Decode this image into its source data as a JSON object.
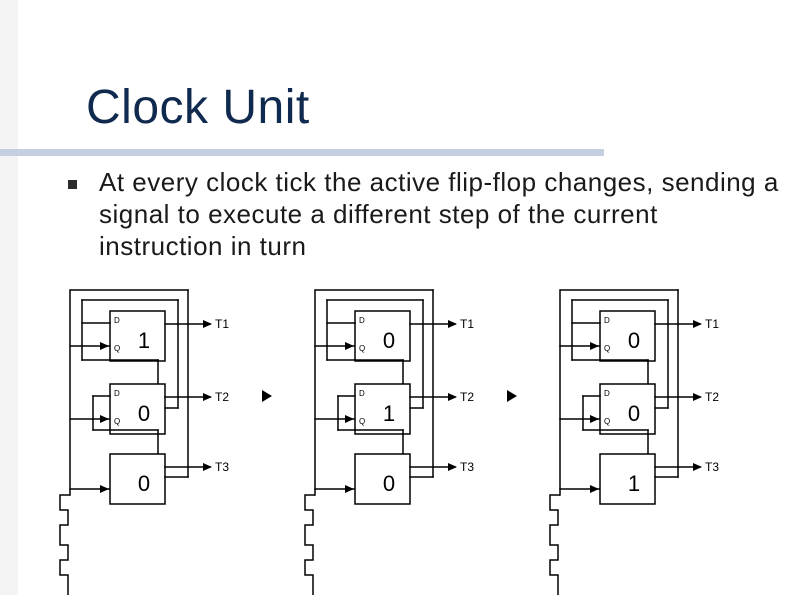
{
  "slide": {
    "title": "Clock Unit",
    "bullet": "At every clock tick the active flip-flop changes, sending a signal to execute a different step of the current instruction in turn"
  },
  "diagram": {
    "pin_labels": {
      "d": "D",
      "q": "Q"
    },
    "output_labels": [
      "T1",
      "T2",
      "T3"
    ],
    "states": [
      {
        "values": [
          "1",
          "0",
          "0"
        ]
      },
      {
        "values": [
          "0",
          "1",
          "0"
        ]
      },
      {
        "values": [
          "0",
          "0",
          "1"
        ]
      }
    ],
    "colors": {
      "line": "#000000",
      "title": "#0f2a4e",
      "rule": "#c5cfe0"
    },
    "transition_icon": "play-triangle-icon"
  }
}
